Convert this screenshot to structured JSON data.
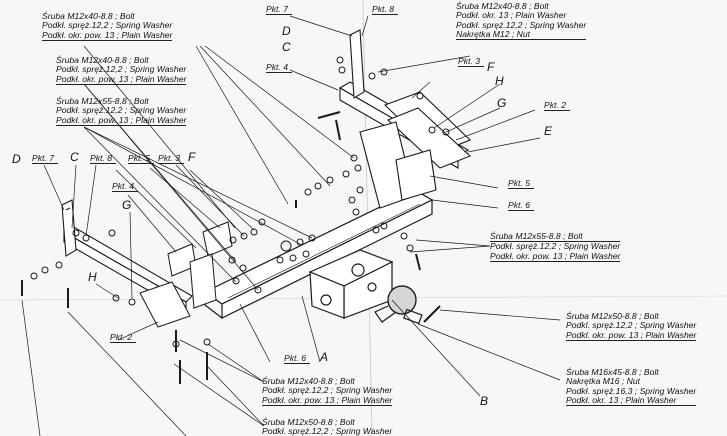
{
  "bolt_blocks": {
    "top_left": [
      "Śruba M12x40-8.8 ; Bolt",
      "Podkł. spręż.12,2 ; Spring Washer",
      "Podkł. okr. pow. 13 ; Plain Washer"
    ],
    "top_right": [
      "Śruba M12x40-8.8 ; Bolt",
      "Podkł. okr. 13 ; Plain Washer",
      "Podkł. spręż.12,2 ; Spring Washer",
      "Nakrętka M12 ; Nut"
    ],
    "mid_left_1": [
      "Śruba M12x40-8.8 ; Bolt",
      "Podkł. spręż.12,2 ; Spring Washer",
      "Podkł. okr. pow. 13 ; Plain Washer"
    ],
    "mid_left_2": [
      "Śruba M12x55-8.8 ; Bolt",
      "Podkł. spręż.12,2 ; Spring Washer",
      "Podkł. okr. pow. 13 ; Plain Washer"
    ],
    "right_mid": [
      "Śruba M12x55-8.8 ; Bolt",
      "Podkł. spręż.12,2 ; Spring Washer",
      "Podkł. okr. pow. 13 ; Plain Washer"
    ],
    "right_low": [
      "Śruba M12x50-8.8 ; Bolt",
      "Podkl. spręż.12,2 ; Spring Washer",
      "Podkl. okr. pow. 13 ; Plain Washer"
    ],
    "right_bottom": [
      "Śruba M16x45-8.8 ; Bolt",
      "Nakrętka M16 ; Nut",
      "Podkł. spręż.16,3 ; Spring Washer",
      "Podkł. okr. 13 ; Plain Washer"
    ],
    "bottom_1": [
      "Śruba M12x40-8.8 ; Bolt",
      "Podkł. spręż.12,2 ; Spring Washer",
      "Podkł. okr. pow. 13 ; Plain Washer"
    ],
    "bottom_2": [
      "Śruba M12x50-8.8 ; Bolt",
      "Podkł. spręż.12,2 ; Spring Washer"
    ]
  },
  "pkt_labels": {
    "pkt7_top": "Pkt. 7",
    "pkt8_top": "Pkt. 8",
    "pkt4_top": "Pkt. 4",
    "pkt3_right": "Pkt. 3",
    "pkt2_right": "Pkt. 2",
    "pkt5_right": "Pkt. 5",
    "pkt6_right": "Pkt. 6",
    "pkt7_left": "Pkt. 7",
    "pkt8_left": "Pkt. 8",
    "pkt5_mid": "Pkt. 5",
    "pkt3_mid": "Pkt. 3",
    "pkt4_left": "Pkt. 4",
    "pkt2_left": "Pkt. 2",
    "pkt6_bottom": "Pkt. 6"
  },
  "letters": {
    "d_top": "D",
    "c_top": "C",
    "f_right": "F",
    "h_right": "H",
    "g_right": "G",
    "e_right": "E",
    "d_left": "D",
    "c_left": "C",
    "f_mid": "F",
    "g_left": "G",
    "h_left": "H",
    "a": "A",
    "b": "B"
  }
}
